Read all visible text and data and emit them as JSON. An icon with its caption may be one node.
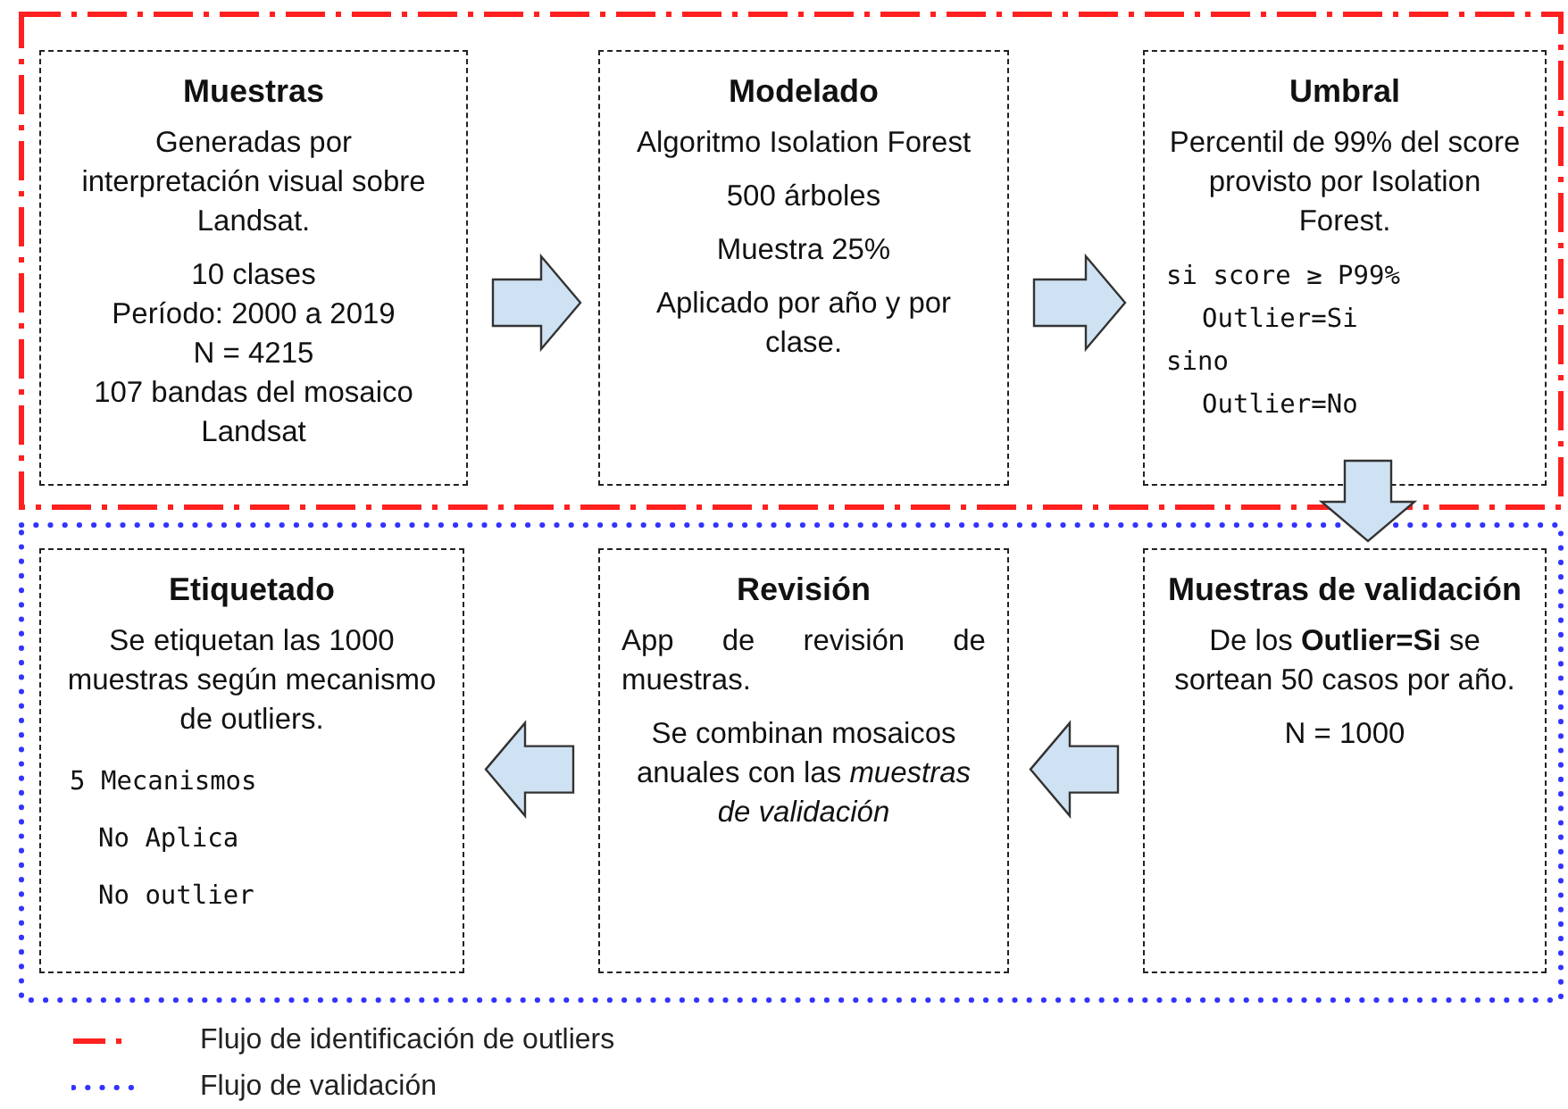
{
  "diagram": {
    "nodes": [
      {
        "text": [],
        "shape": "box"
      },
      {
        "text": [
          "Muestras",
          "Generadas por interpretación visual sobre Landsat.",
          "10 clases",
          "Período: 2000 a 2019",
          "N = 4215",
          "107 bandas del mosaico Landsat"
        ],
        "in": 0
      },
      {
        "text": [
          "Modelado",
          "Algoritmo Isolation Forest",
          "500 árboles",
          "Muestra 25%",
          "Aplicado por año y por clase."
        ],
        "in": 0
      },
      {
        "text": [
          "Umbral",
          "Percentil de 99% del score provisto por Isolation Forest.",
          "si score ≥ P99%",
          "Outlier=Si",
          "sino",
          "Outlier=No"
        ],
        "in": 0
      },
      {
        "text": [],
        "shape": "box"
      },
      {
        "text": [
          "Etiquetado",
          "Se etiquetan las 1000 muestras según mecanismo de outliers.",
          "5 Mecanismos",
          "No Aplica",
          "No outlier"
        ],
        "in": 4
      },
      {
        "text": [
          "Revisión",
          "App de revisión de muestras.",
          "Se combinan mosaicos anuales con las *muestras de validación*"
        ],
        "in": 4
      },
      {
        "text": [
          "Muestras de validación",
          "De los **Outlier=Si** se sortean 50 casos por año.",
          "N = 1000"
        ],
        "in": 4
      }
    ],
    "edges": [
      {
        "from": 1,
        "to": 2,
        "arrow": "to"
      },
      {
        "from": 2,
        "to": 3,
        "arrow": "to"
      },
      {
        "from": 3,
        "to": 7,
        "arrow": "to"
      },
      {
        "from": 7,
        "to": 6,
        "arrow": "to"
      },
      {
        "from": 6,
        "to": 5,
        "arrow": "to"
      }
    ],
    "legend": [
      {
        "text": "Flujo de identificación de outliers"
      },
      {
        "text": "Flujo de validación"
      }
    ]
  }
}
